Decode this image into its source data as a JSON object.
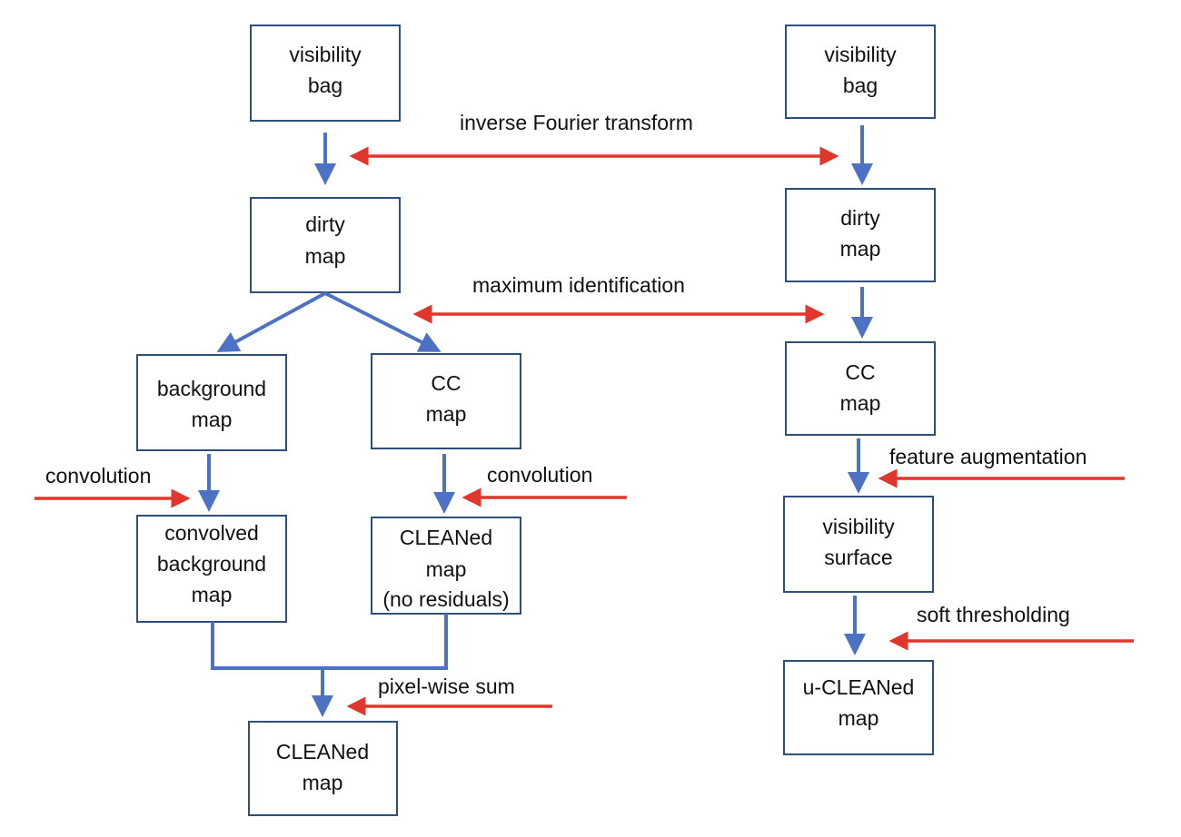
{
  "colors": {
    "flow_arrow": "#4d72c4",
    "operation_arrow": "#e0362b",
    "box_border": "#2e4f77",
    "text": "#111111",
    "background": "#ffffff"
  },
  "left_pipeline": {
    "visibility_bag": [
      "visibility",
      "bag"
    ],
    "dirty_map": [
      "dirty",
      "map"
    ],
    "background_map": [
      "background",
      "map"
    ],
    "cc_map": [
      "CC",
      "map"
    ],
    "convolved_background_map": [
      "convolved",
      "background",
      "map"
    ],
    "cleaned_map_no_residuals": [
      "CLEANed",
      "map",
      "(no residuals)"
    ],
    "cleaned_map": [
      "CLEANed",
      "map"
    ],
    "convolution_left_label": "convolution",
    "convolution_right_label": "convolution",
    "pixel_wise_sum_label": "pixel-wise sum"
  },
  "shared_operations": {
    "inverse_fourier_label": "inverse Fourier transform",
    "maximum_identification_label": "maximum identification"
  },
  "right_pipeline": {
    "visibility_bag": [
      "visibility",
      "bag"
    ],
    "dirty_map": [
      "dirty",
      "map"
    ],
    "cc_map": [
      "CC",
      "map"
    ],
    "visibility_surface": [
      "visibility",
      "surface"
    ],
    "u_cleaned_map": [
      "u-CLEANed",
      "map"
    ],
    "feature_augmentation_label": "feature augmentation",
    "soft_thresholding_label": "soft thresholding"
  }
}
